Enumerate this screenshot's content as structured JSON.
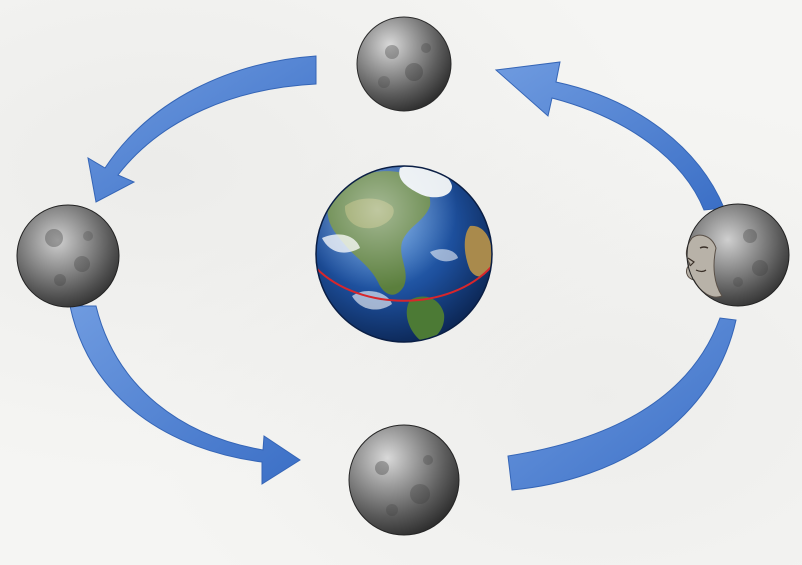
{
  "diagram": {
    "colors": {
      "background": "#f5f5f3",
      "arrow": "#3f74cc",
      "arrow_light": "#6c97db",
      "moon": "#7d7d7d",
      "moon_dark": "#3b3b3b",
      "earth_ocean": "#1f4f9a",
      "earth_land": "#4f7a3a",
      "equator": "#d8262b"
    },
    "center_body": {
      "icon": "earth-globe-icon"
    },
    "orbit_direction": "counterclockwise",
    "moons": [
      {
        "icon": "moon-top-icon",
        "position_label": "top"
      },
      {
        "icon": "moon-left-icon",
        "position_label": "left"
      },
      {
        "icon": "moon-bottom-icon",
        "position_label": "bottom"
      },
      {
        "icon": "moon-right-icon",
        "position_label": "right",
        "has_face": true
      }
    ],
    "arrows": [
      {
        "icon": "arrow-top-left-icon",
        "from": "top",
        "to": "left"
      },
      {
        "icon": "arrow-bottom-left-icon",
        "from": "left",
        "to": "bottom"
      },
      {
        "icon": "arrow-bottom-right-icon",
        "from": "bottom",
        "to": "right"
      },
      {
        "icon": "arrow-top-right-icon",
        "from": "right",
        "to": "top"
      }
    ]
  }
}
